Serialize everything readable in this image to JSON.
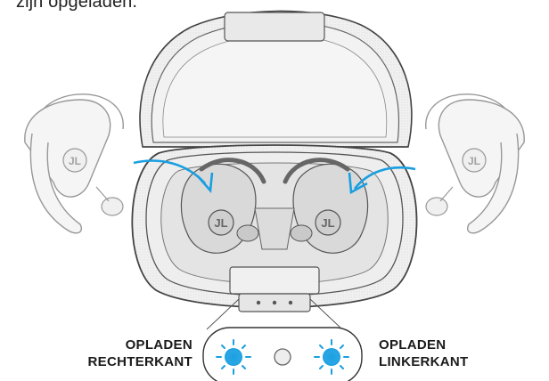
{
  "caption": "zijn opgeladen.",
  "labels": {
    "right_line1": "OPLADEN",
    "right_line2": "RECHTERKANT",
    "left_line1": "OPLADEN",
    "left_line2": "LINKERKANT"
  },
  "colors": {
    "led_blue": "#1a9fe0",
    "arrow_blue": "#1a9fe0",
    "line_art": "#4a4a4a",
    "fill_light": "#ececec",
    "fill_mid": "#d6d6d6"
  },
  "icons": {
    "earbud_left_outside": "earbud-with-ear-hook",
    "earbud_right_outside": "earbud-with-ear-hook",
    "arrow_into_case_left": "curved-arrow-right",
    "arrow_into_case_right": "curved-arrow-left",
    "led_right": "glowing-led",
    "led_left": "glowing-led",
    "case_button": "round-button"
  }
}
